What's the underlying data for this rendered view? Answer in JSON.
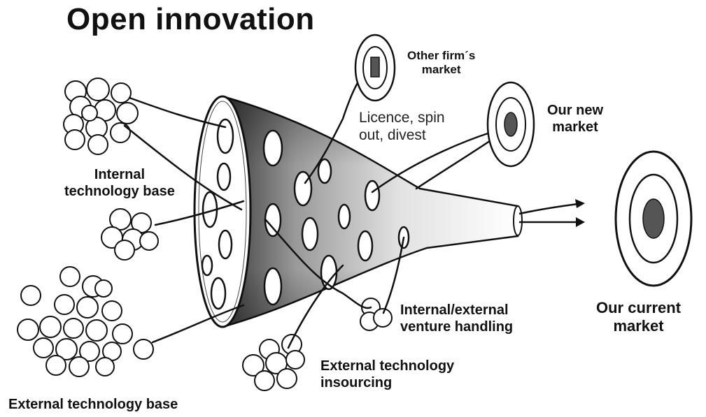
{
  "title": "Open innovation",
  "labels": {
    "internal_base": [
      "Internal",
      "technology base"
    ],
    "other_market": [
      "Other firm´s",
      "market"
    ],
    "licence": [
      "Licence, spin",
      "out, divest"
    ],
    "new_market": [
      "Our new",
      "market"
    ],
    "current_market": [
      "Our current",
      "market"
    ],
    "venture": [
      "Internal/external",
      "venture handling"
    ],
    "insourcing": [
      "External technology",
      "insourcing"
    ],
    "external_base": "External technology base"
  },
  "colors": {
    "ink": "#111111",
    "funnel_shade": "#9a9a9a",
    "target_center": "#555555"
  }
}
